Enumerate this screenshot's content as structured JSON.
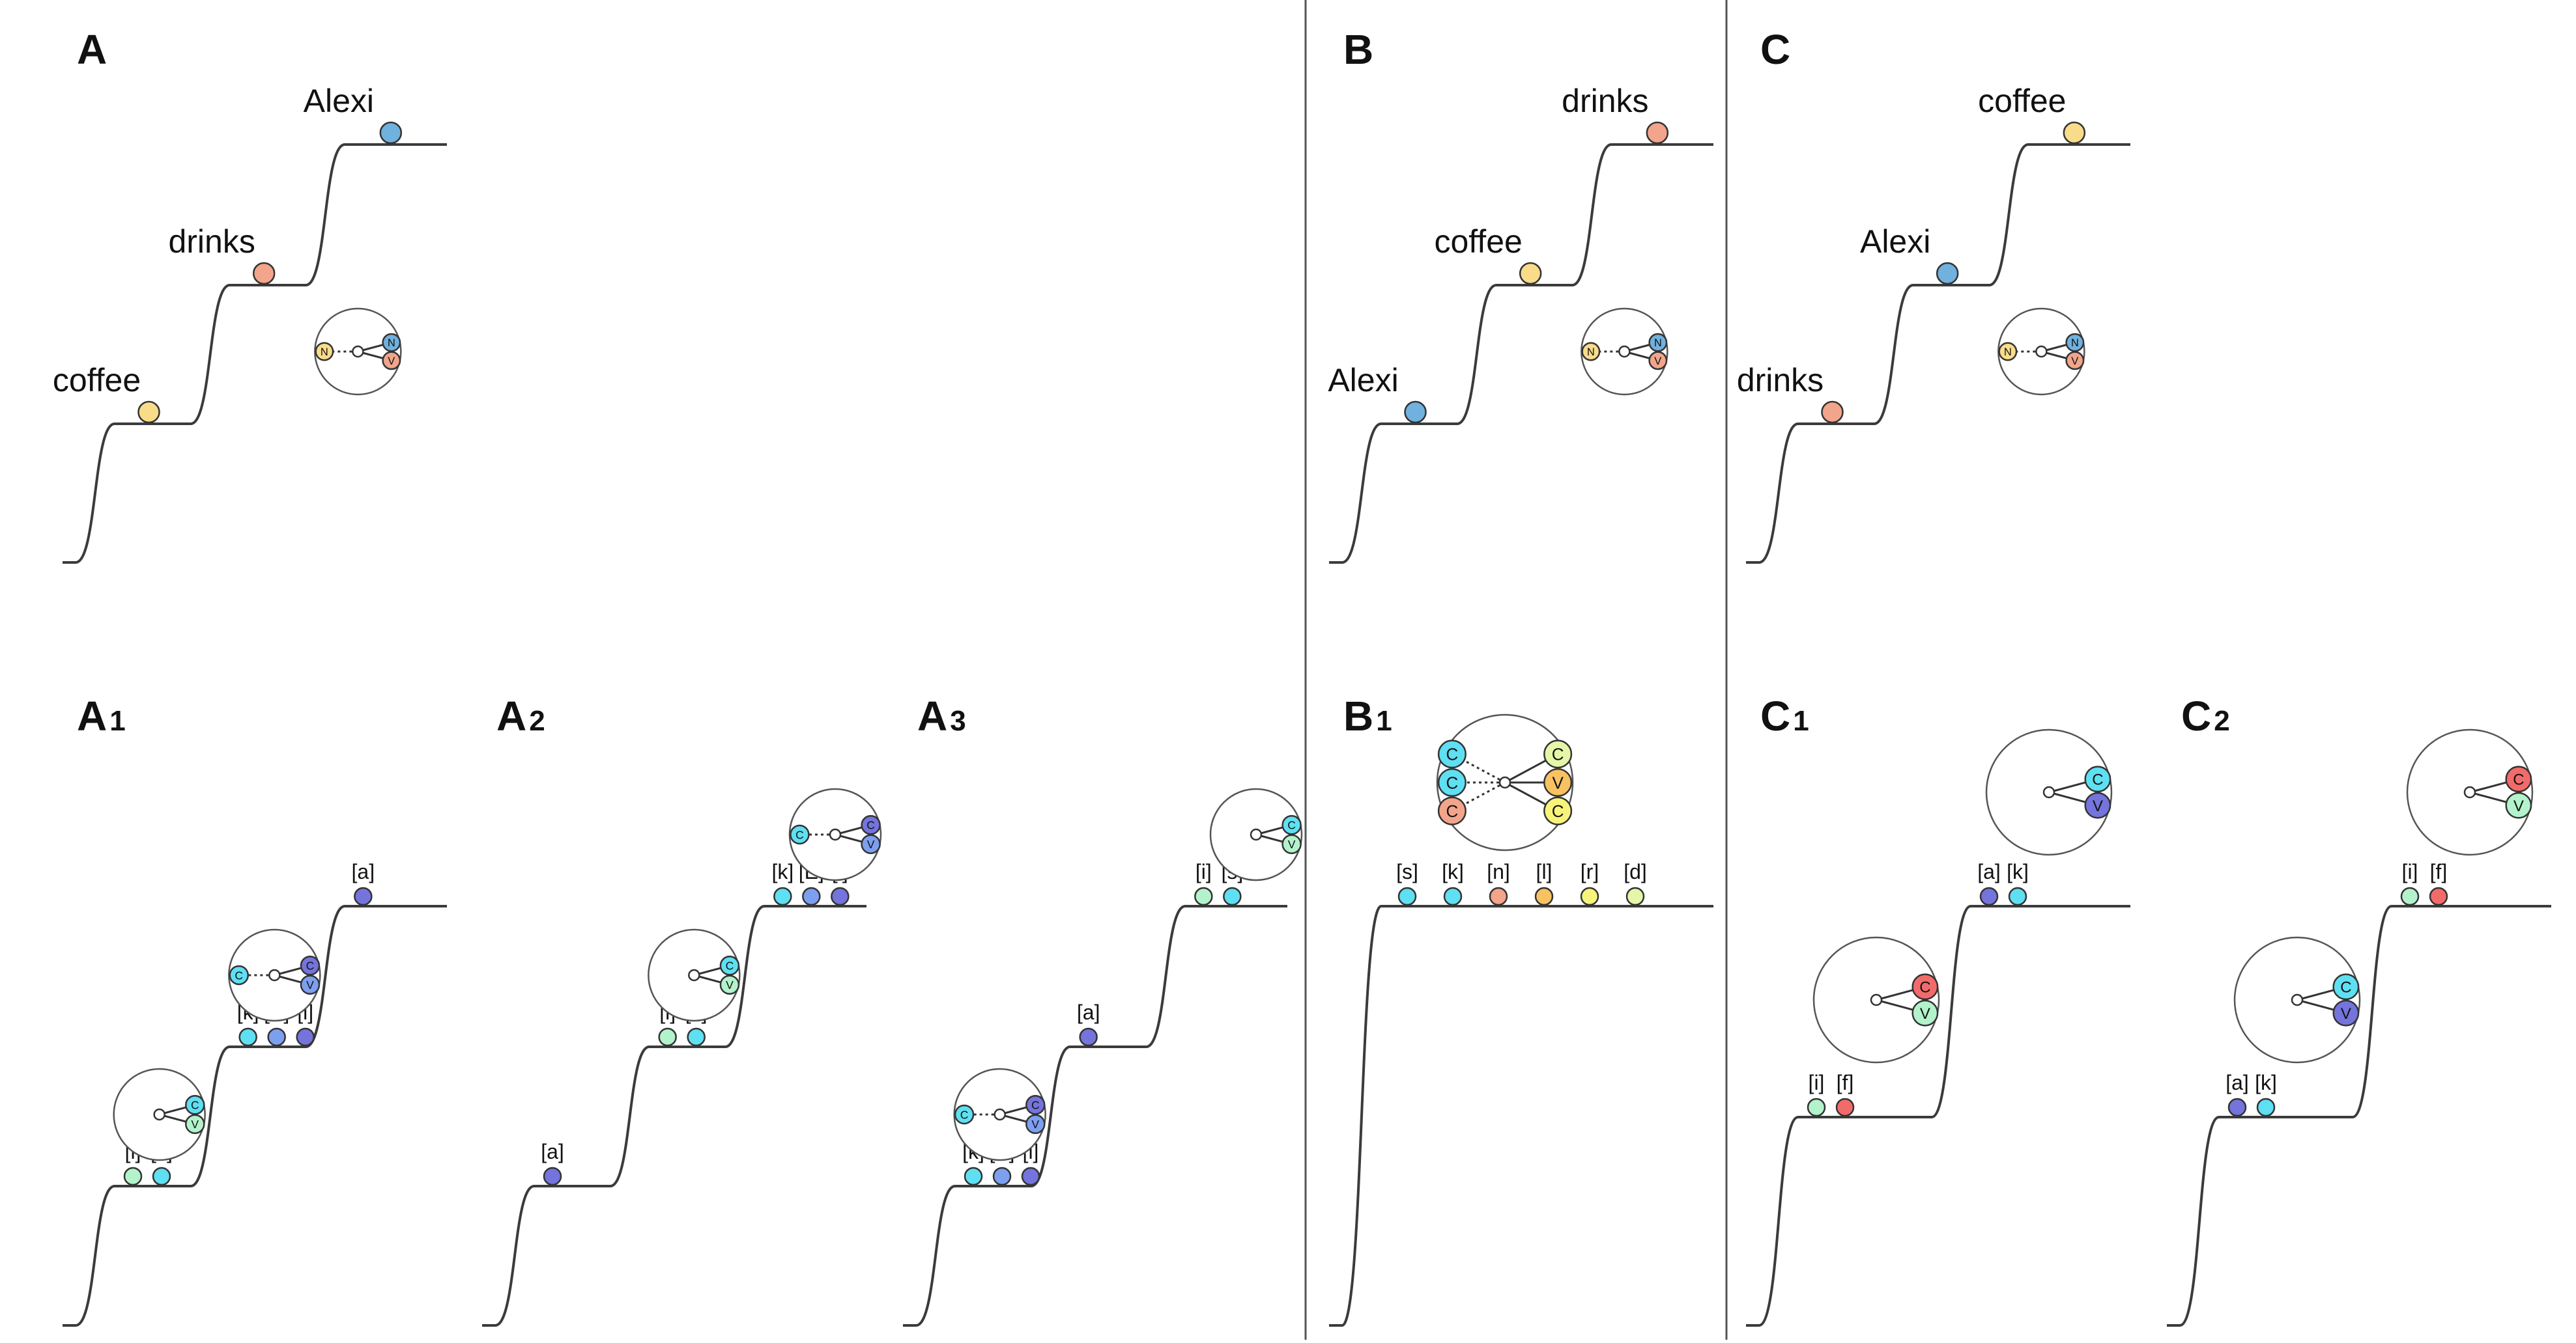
{
  "colors": {
    "yellow": "#f8dc8a",
    "salmon": "#f2a58a",
    "blue": "#70b1de",
    "cyan": "#5ee0f2",
    "mint": "#b3f3cc",
    "violet": "#7474dc",
    "periwinkle": "#7d9ff0",
    "red": "#f26b6b",
    "lemon": "#f8f47a",
    "lime": "#e6f6a8",
    "orange": "#f8c262",
    "line": "#3b3b3b"
  },
  "panels": [
    {
      "id": "A",
      "label": "A",
      "sub": "",
      "steps": 3,
      "items": [
        {
          "label": "coffee",
          "color": "yellow",
          "step": 0,
          "word": true
        },
        {
          "label": "drinks",
          "color": "salmon",
          "step": 1,
          "word": true
        },
        {
          "label": "Alexi",
          "color": "blue",
          "step": 2,
          "word": true
        }
      ],
      "tree": {
        "step": 1,
        "left": [
          {
            "t": "N",
            "c": "yellow"
          }
        ],
        "right": [
          {
            "t": "N",
            "c": "blue"
          },
          {
            "t": "V",
            "c": "salmon"
          }
        ]
      }
    },
    {
      "id": "B",
      "label": "B",
      "sub": "",
      "steps": 3,
      "items": [
        {
          "label": "Alexi",
          "color": "blue",
          "step": 0,
          "word": true
        },
        {
          "label": "coffee",
          "color": "yellow",
          "step": 1,
          "word": true
        },
        {
          "label": "drinks",
          "color": "salmon",
          "step": 2,
          "word": true
        }
      ],
      "tree": {
        "step": 1,
        "left": [
          {
            "t": "N",
            "c": "yellow"
          }
        ],
        "right": [
          {
            "t": "N",
            "c": "blue"
          },
          {
            "t": "V",
            "c": "salmon"
          }
        ]
      }
    },
    {
      "id": "C",
      "label": "C",
      "sub": "",
      "steps": 3,
      "items": [
        {
          "label": "drinks",
          "color": "salmon",
          "step": 0,
          "word": true
        },
        {
          "label": "Alexi",
          "color": "blue",
          "step": 1,
          "word": true
        },
        {
          "label": "coffee",
          "color": "yellow",
          "step": 2,
          "word": true
        }
      ],
      "tree": {
        "step": 1,
        "left": [
          {
            "t": "N",
            "c": "yellow"
          }
        ],
        "right": [
          {
            "t": "N",
            "c": "blue"
          },
          {
            "t": "V",
            "c": "salmon"
          }
        ]
      }
    },
    {
      "id": "A1",
      "label": "A",
      "sub": "1",
      "steps": 3,
      "items": [
        {
          "label": "[i]",
          "color": "mint",
          "step": 0
        },
        {
          "label": "[s]",
          "color": "cyan",
          "step": 0
        },
        {
          "label": "[k]",
          "color": "cyan",
          "step": 1
        },
        {
          "label": "[E]",
          "color": "periwinkle",
          "step": 1
        },
        {
          "label": "[l]",
          "color": "violet",
          "step": 1
        },
        {
          "label": "[a]",
          "color": "violet",
          "step": 2
        }
      ],
      "trees": [
        {
          "step": 0,
          "left": [],
          "right": [
            {
              "t": "C",
              "c": "cyan"
            },
            {
              "t": "V",
              "c": "mint"
            }
          ]
        },
        {
          "step": 1,
          "left": [
            {
              "t": "C",
              "c": "cyan"
            }
          ],
          "right": [
            {
              "t": "C",
              "c": "violet"
            },
            {
              "t": "V",
              "c": "periwinkle"
            }
          ]
        }
      ]
    },
    {
      "id": "A2",
      "label": "A",
      "sub": "2",
      "steps": 3,
      "items": [
        {
          "label": "[a]",
          "color": "violet",
          "step": 0
        },
        {
          "label": "[i]",
          "color": "mint",
          "step": 1
        },
        {
          "label": "[s]",
          "color": "cyan",
          "step": 1
        },
        {
          "label": "[k]",
          "color": "cyan",
          "step": 2
        },
        {
          "label": "[E]",
          "color": "periwinkle",
          "step": 2
        },
        {
          "label": "[l]",
          "color": "violet",
          "step": 2
        }
      ],
      "trees": [
        {
          "step": 1,
          "left": [],
          "right": [
            {
              "t": "C",
              "c": "cyan"
            },
            {
              "t": "V",
              "c": "mint"
            }
          ]
        },
        {
          "step": 2,
          "left": [
            {
              "t": "C",
              "c": "cyan"
            }
          ],
          "right": [
            {
              "t": "C",
              "c": "violet"
            },
            {
              "t": "V",
              "c": "periwinkle"
            }
          ]
        }
      ]
    },
    {
      "id": "A3",
      "label": "A",
      "sub": "3",
      "steps": 3,
      "items": [
        {
          "label": "[k]",
          "color": "cyan",
          "step": 0
        },
        {
          "label": "[E]",
          "color": "periwinkle",
          "step": 0
        },
        {
          "label": "[l]",
          "color": "violet",
          "step": 0
        },
        {
          "label": "[a]",
          "color": "violet",
          "step": 1
        },
        {
          "label": "[i]",
          "color": "mint",
          "step": 2
        },
        {
          "label": "[s]",
          "color": "cyan",
          "step": 2
        }
      ],
      "trees": [
        {
          "step": 0,
          "left": [
            {
              "t": "C",
              "c": "cyan"
            }
          ],
          "right": [
            {
              "t": "C",
              "c": "violet"
            },
            {
              "t": "V",
              "c": "periwinkle"
            }
          ]
        },
        {
          "step": 2,
          "left": [],
          "right": [
            {
              "t": "C",
              "c": "cyan"
            },
            {
              "t": "V",
              "c": "mint"
            }
          ]
        }
      ]
    },
    {
      "id": "B1",
      "label": "B",
      "sub": "1",
      "steps": 1,
      "items": [
        {
          "label": "[s]",
          "color": "cyan",
          "step": 0
        },
        {
          "label": "[k]",
          "color": "cyan",
          "step": 0
        },
        {
          "label": "[n]",
          "color": "salmon",
          "step": 0
        },
        {
          "label": "[l]",
          "color": "orange",
          "step": 0
        },
        {
          "label": "[r]",
          "color": "lemon",
          "step": 0
        },
        {
          "label": "[d]",
          "color": "lime",
          "step": 0
        }
      ],
      "trees": [
        {
          "step": 0,
          "left": [
            {
              "t": "C",
              "c": "cyan"
            },
            {
              "t": "C",
              "c": "cyan"
            },
            {
              "t": "C",
              "c": "salmon"
            }
          ],
          "right": [
            {
              "t": "C",
              "c": "lime"
            },
            {
              "t": "V",
              "c": "orange"
            },
            {
              "t": "C",
              "c": "lemon"
            }
          ]
        }
      ]
    },
    {
      "id": "C1",
      "label": "C",
      "sub": "1",
      "steps": 2,
      "items": [
        {
          "label": "[i]",
          "color": "mint",
          "step": 0
        },
        {
          "label": "[f]",
          "color": "red",
          "step": 0
        },
        {
          "label": "[a]",
          "color": "violet",
          "step": 1
        },
        {
          "label": "[k]",
          "color": "cyan",
          "step": 1
        }
      ],
      "trees": [
        {
          "step": 0,
          "left": [],
          "right": [
            {
              "t": "C",
              "c": "red"
            },
            {
              "t": "V",
              "c": "mint"
            }
          ]
        },
        {
          "step": 1,
          "left": [],
          "right": [
            {
              "t": "C",
              "c": "cyan"
            },
            {
              "t": "V",
              "c": "violet"
            }
          ]
        }
      ]
    },
    {
      "id": "C2",
      "label": "C",
      "sub": "2",
      "steps": 2,
      "items": [
        {
          "label": "[a]",
          "color": "violet",
          "step": 0
        },
        {
          "label": "[k]",
          "color": "cyan",
          "step": 0
        },
        {
          "label": "[i]",
          "color": "mint",
          "step": 1
        },
        {
          "label": "[f]",
          "color": "red",
          "step": 1
        }
      ],
      "trees": [
        {
          "step": 0,
          "left": [],
          "right": [
            {
              "t": "C",
              "c": "cyan"
            },
            {
              "t": "V",
              "c": "violet"
            }
          ]
        },
        {
          "step": 1,
          "left": [],
          "right": [
            {
              "t": "C",
              "c": "red"
            },
            {
              "t": "V",
              "c": "mint"
            }
          ]
        }
      ]
    }
  ]
}
